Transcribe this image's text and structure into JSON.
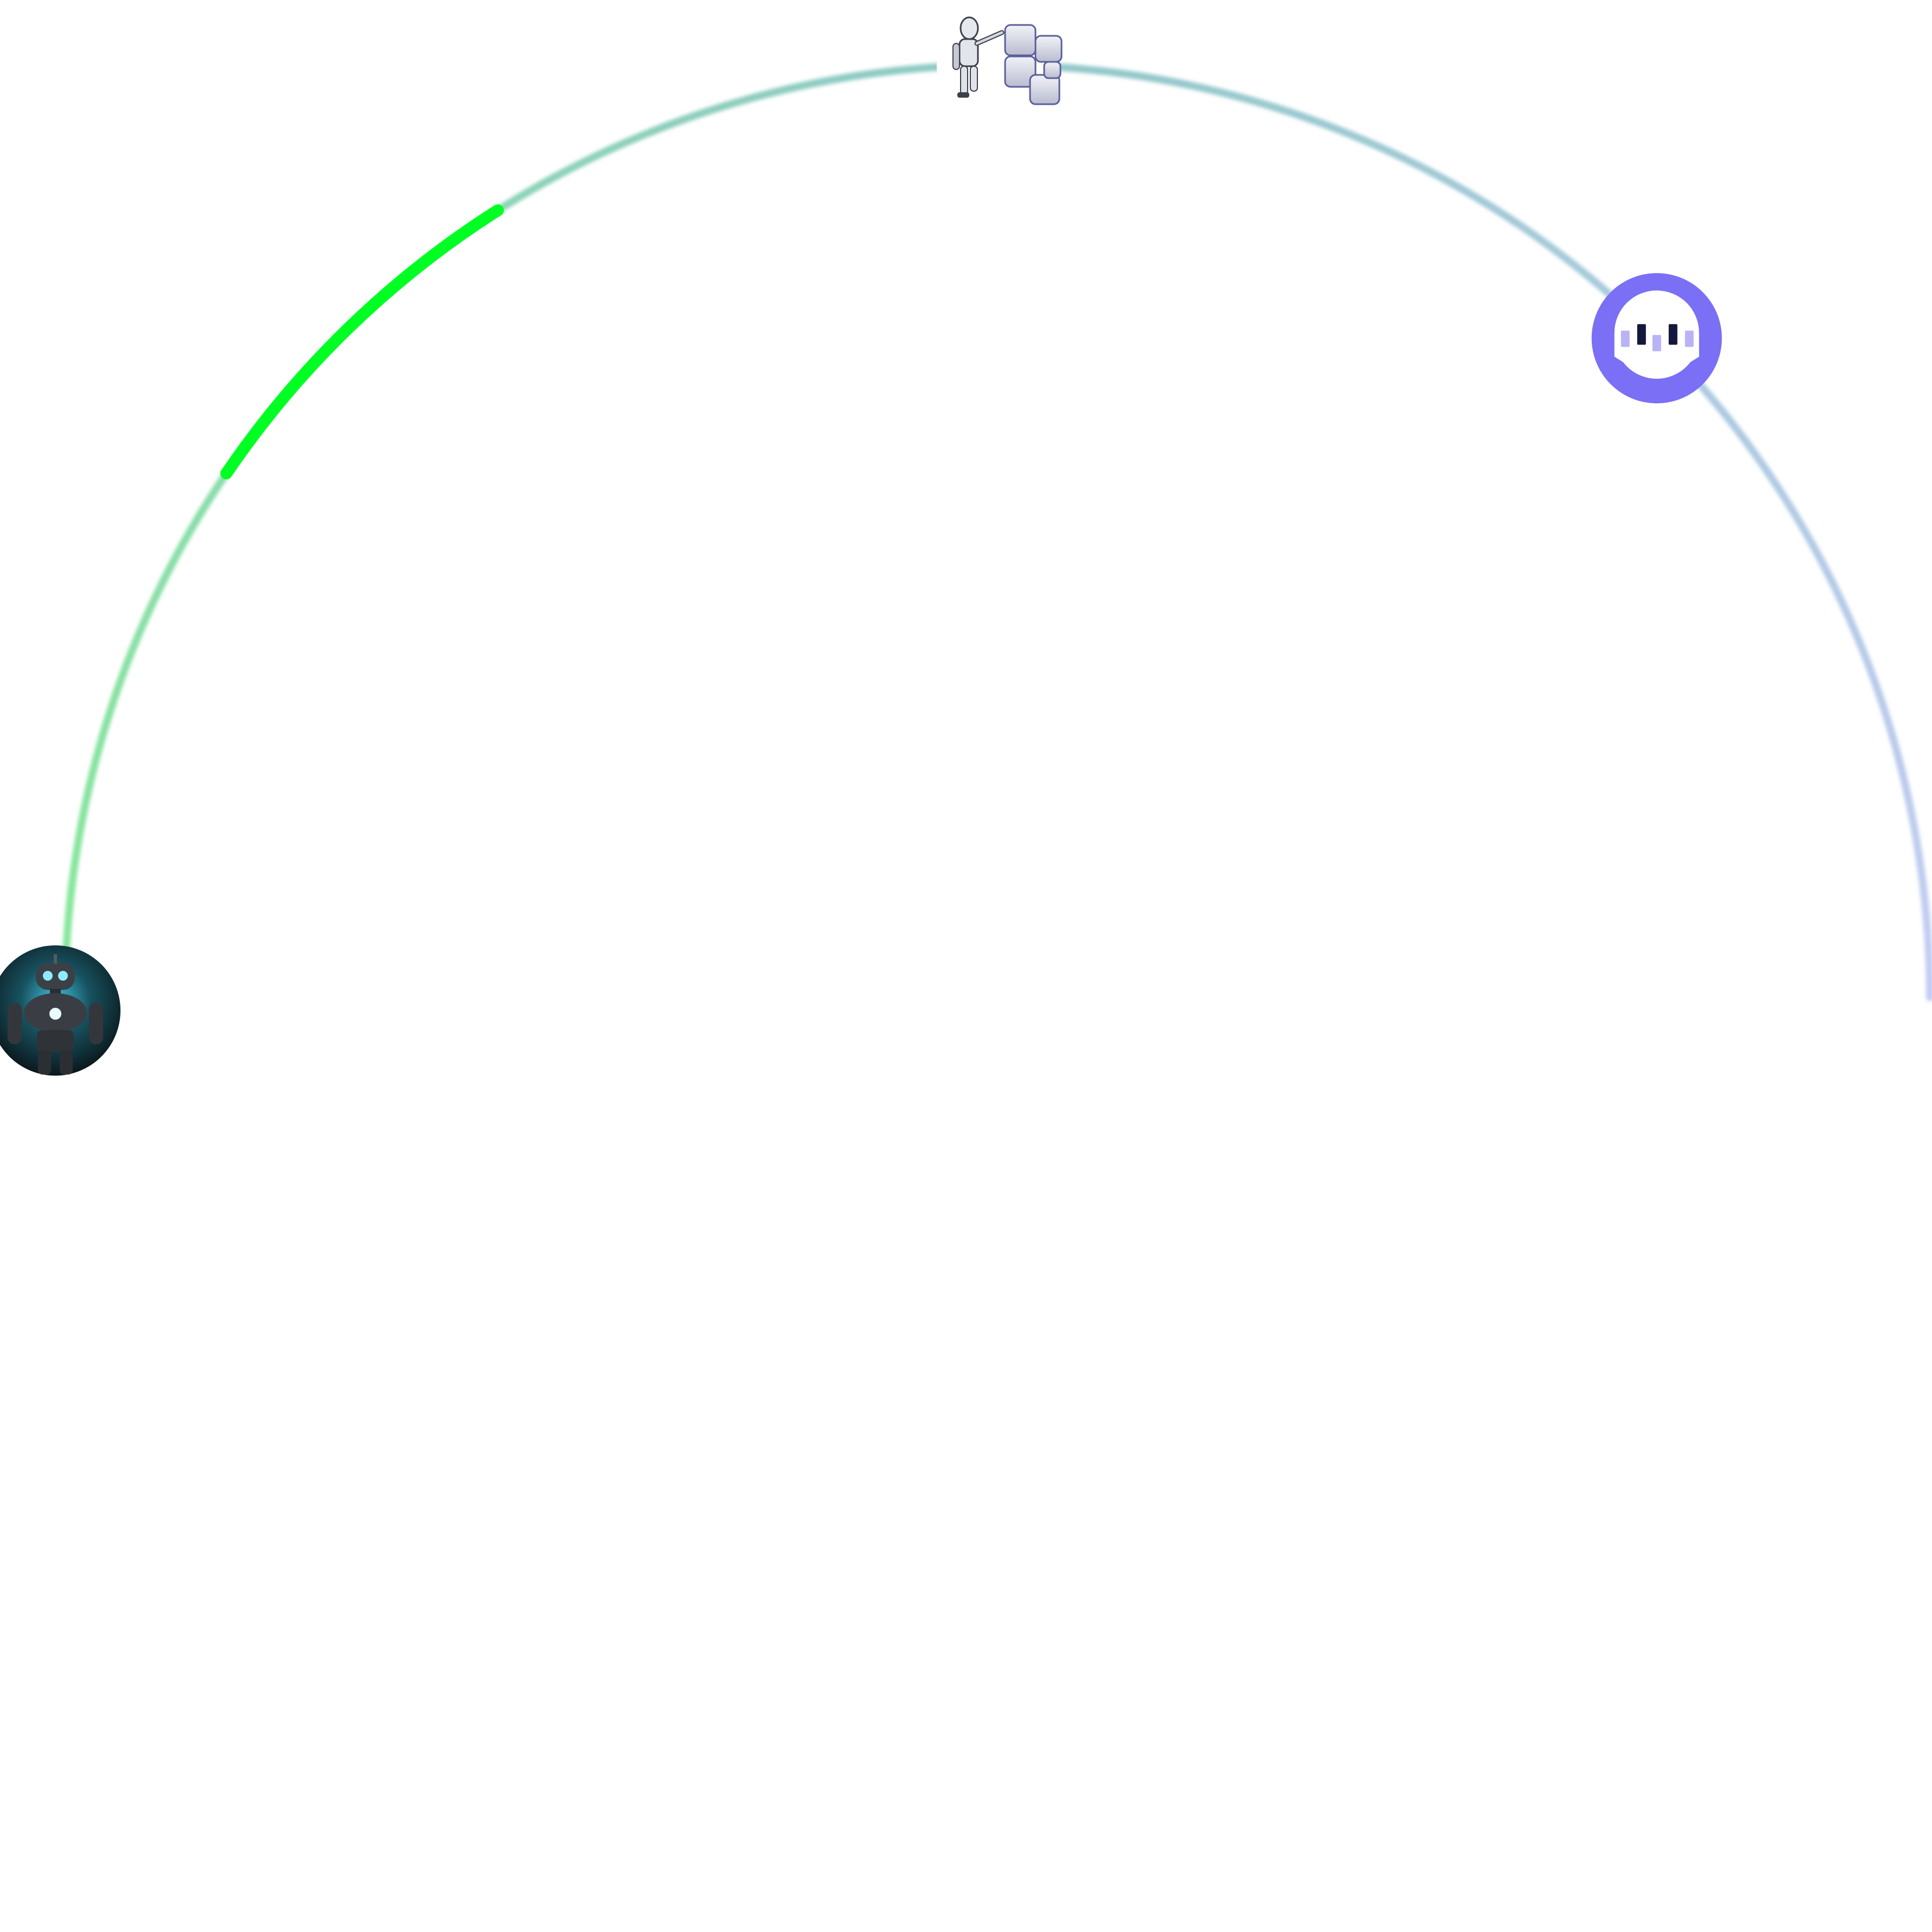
{
  "colors": {
    "background": "#ffffff",
    "arc_start": "#86e89a",
    "arc_mid": "#8fc8c6",
    "arc_end": "#c4ccf4",
    "highlight_segment": "#00ff22",
    "assistant_bubble": "#7a6ff5",
    "assistant_ghost": "#ffffff",
    "bar_dark": "#14183d",
    "bar_light": "#b9b3f6",
    "robot_avatar_bg": "#0e1a1f",
    "robot_avatar_glow": "#39b6d4",
    "robot_body": "#3a3e44",
    "robot_eyes": "#7fe6ff",
    "cubes": "#d9dbe6",
    "cube_edge": "#5a5f9a"
  },
  "arc": {
    "span_degrees": 180,
    "progress_fraction_start": 0.19,
    "progress_fraction_end": 0.32
  },
  "nodes": [
    {
      "name": "robot-avatar",
      "icon": "robot-icon",
      "position_fraction": 0.0
    },
    {
      "name": "robot-cubes-node",
      "icon": "robot-with-cubes-icon",
      "position_fraction": 0.5
    },
    {
      "name": "chat-bot-node",
      "icon": "chat-ghost-icon",
      "position_fraction": 0.75
    }
  ]
}
